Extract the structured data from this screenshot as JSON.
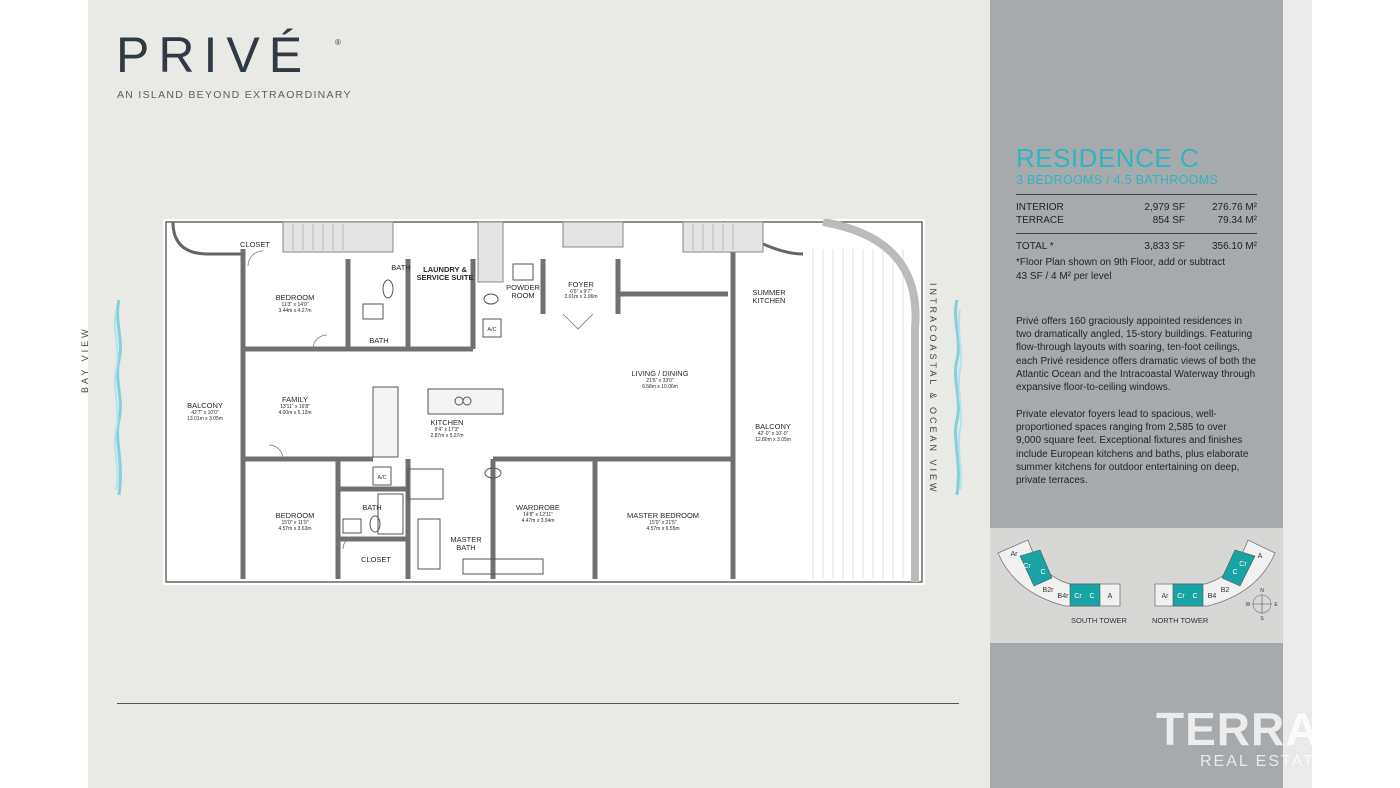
{
  "brand": {
    "name": "PRIVÉ",
    "registered": "®",
    "tagline": "AN ISLAND BEYOND EXTRAORDINARY"
  },
  "views": {
    "left": "BAY VIEW",
    "right": "INTRACOASTAL & OCEAN VIEW"
  },
  "rooms": [
    {
      "id": "closet-top",
      "name": "CLOSET",
      "dims": ""
    },
    {
      "id": "bath-1",
      "name": "BATH",
      "dims": ""
    },
    {
      "id": "laundry",
      "name": "LAUNDRY &",
      "name2": "SERVICE SUITE",
      "dims": ""
    },
    {
      "id": "powder",
      "name": "POWDER",
      "name2": "ROOM",
      "dims": ""
    },
    {
      "id": "foyer",
      "name": "FOYER",
      "dims": "6'6\" x 9'7\"",
      "dims_m": "2.01m x 2.96m"
    },
    {
      "id": "bedroom-1",
      "name": "BEDROOM",
      "dims": "11'3\" x 14'0\"",
      "dims_m": "3.44m x 4.27m"
    },
    {
      "id": "bath-2",
      "name": "BATH",
      "dims": ""
    },
    {
      "id": "summer-kitchen",
      "name": "SUMMER",
      "name2": "KITCHEN",
      "dims": ""
    },
    {
      "id": "living",
      "name": "LIVING / DINING",
      "dims": "21'6\" x 33'0\"",
      "dims_m": "6.58m x 10.06m"
    },
    {
      "id": "family",
      "name": "FAMILY",
      "dims": "13'11\" x 16'8\"",
      "dims_m": "4.00m x 5.12m"
    },
    {
      "id": "balcony-left",
      "name": "BALCONY",
      "dims": "42'7\" x 10'0\"",
      "dims_m": "13.01m x 3.05m"
    },
    {
      "id": "balcony-right",
      "name": "BALCONY",
      "dims": "42'-0\" x 10'-0\"",
      "dims_m": "12.80m x 3.05m"
    },
    {
      "id": "kitchen",
      "name": "KITCHEN",
      "dims": "9'4\" x 17'3\"",
      "dims_m": "2.87m x 5.27m"
    },
    {
      "id": "bedroom-2",
      "name": "BEDROOM",
      "dims": "15'0\" x 11'9\"",
      "dims_m": "4.57m x 3.63m"
    },
    {
      "id": "bath-3",
      "name": "BATH",
      "dims": ""
    },
    {
      "id": "closet-bottom",
      "name": "CLOSET",
      "dims": ""
    },
    {
      "id": "master-bath",
      "name": "MASTER",
      "name2": "BATH",
      "dims": ""
    },
    {
      "id": "wardrobe",
      "name": "WARDROBE",
      "dims": "14'8\" x 12'11\"",
      "dims_m": "4.47m x 3.94m"
    },
    {
      "id": "master-bedroom",
      "name": "MASTER BEDROOM",
      "dims": "15'0\" x 21'5\"",
      "dims_m": "4.57m x 6.55m"
    }
  ],
  "ac_label": "A/C",
  "residence": {
    "title": "RESIDENCE C",
    "subtitle": "3 BEDROOMS / 4.5 BATHROOMS",
    "rows": [
      {
        "label": "INTERIOR",
        "sf": "2,979 SF",
        "m2": "276.76 M²"
      },
      {
        "label": "TERRACE",
        "sf": "854 SF",
        "m2": "79.34 M²"
      }
    ],
    "total": {
      "label": "TOTAL *",
      "sf": "3,833  SF",
      "m2": "356.10 M²"
    },
    "note_lines": [
      "*Floor Plan shown on 9th Floor, add or subtract",
      "43 SF / 4 M² per level"
    ],
    "paragraph1": [
      "Privé offers 160 graciously appointed residences in",
      "two dramatically angled, 15-story buildings. Featuring",
      "flow-through layouts with soaring, ten-foot ceilings,",
      "each Privé residence offers dramatic views of both the",
      "Atlantic Ocean and the Intracoastal Waterway through",
      "expansive floor-to-ceiling windows."
    ],
    "paragraph2": [
      "Private elevator foyers lead to spacious, well-",
      "proportioned spaces ranging from 2,585 to over",
      "9,000 square feet.  Exceptional fixtures and finishes",
      "include European kitchens and baths, plus elaborate",
      "summer kitchens for outdoor entertaining on deep,",
      "private terraces."
    ]
  },
  "towers": {
    "south": {
      "label": "SOUTH TOWER",
      "units": [
        "Ar",
        "Cr",
        "C",
        "B2r",
        "B4r",
        "Cr",
        "C",
        "A"
      ]
    },
    "north": {
      "label": "NORTH TOWER",
      "units": [
        "Ar",
        "Cr",
        "C",
        "B4",
        "B2",
        "C",
        "Cr",
        "A"
      ]
    },
    "compass": [
      "N",
      "E",
      "S",
      "W"
    ]
  },
  "watermark": {
    "line1": "TERRA",
    "line2": "REAL ESTATE"
  },
  "colors": {
    "accent": "#2fb5bf",
    "sidebar": "#a7aaac",
    "page": "#e9e9e6",
    "highlight": "#19a3a5"
  }
}
